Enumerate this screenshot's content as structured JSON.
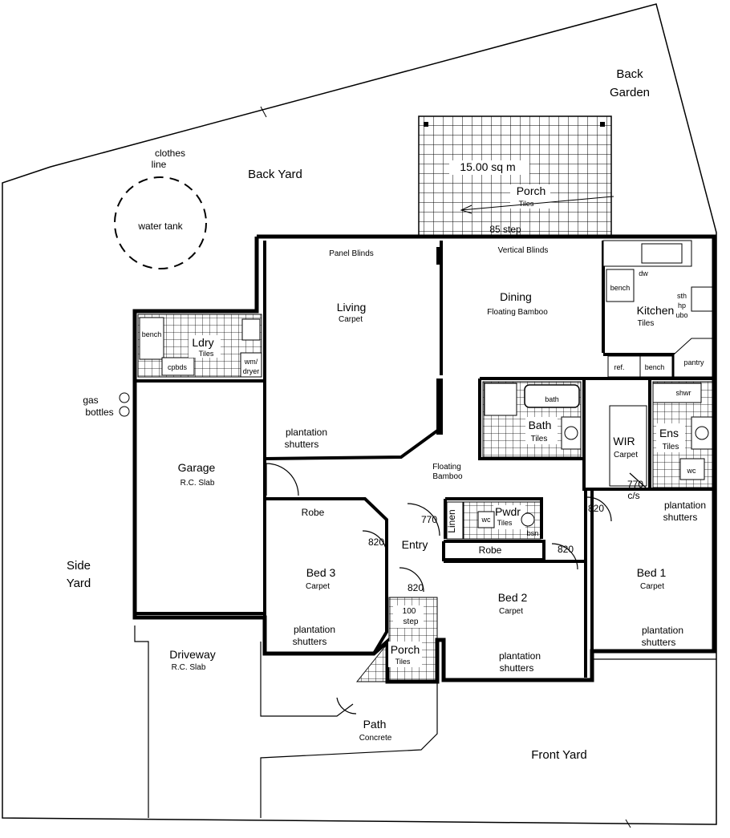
{
  "labels": {
    "back_garden": [
      "Back",
      "Garden"
    ],
    "back_yard": "Back Yard",
    "clothes_line": [
      "clothes",
      "line"
    ],
    "water_tank": "water tank",
    "porch_area": "15.00 sq m",
    "porch_back": "Porch",
    "porch_back_finish": "Tiles",
    "step_back": "85 step",
    "panel_blinds": "Panel Blinds",
    "vertical_blinds": "Vertical Blinds",
    "living": "Living",
    "living_finish": "Carpet",
    "dining": "Dining",
    "dining_finish": "Floating Bamboo",
    "kitchen": "Kitchen",
    "kitchen_finish": "Tiles",
    "dw": "dw",
    "bench_k": "bench",
    "sthp": [
      "sth",
      "hp",
      "ubo"
    ],
    "ref": "ref.",
    "bench_k2": "bench",
    "pantry": "pantry",
    "ldry": "Ldry",
    "ldry_finish": "Tiles",
    "bench_l": "bench",
    "cpbds": "cpbds",
    "wm_dryer": [
      "wm/",
      "dryer"
    ],
    "gas_bottles": [
      "gas",
      "bottles"
    ],
    "garage": "Garage",
    "garage_finish": "R.C. Slab",
    "plantation_living": [
      "plantation",
      "shutters"
    ],
    "bath": "Bath",
    "bath_finish": "Tiles",
    "bath_fixture": "bath",
    "wir": "WIR",
    "wir_finish": "Carpet",
    "ens": "Ens",
    "ens_finish": "Tiles",
    "shwr": "shwr",
    "wc_ens": "wc",
    "hall_finish": [
      "Floating",
      "Bamboo"
    ],
    "dim_770_cs": [
      "770",
      "c/s"
    ],
    "robe_bed3": "Robe",
    "dim_770": "770",
    "linen": "Linen",
    "pwdr": "Pwdr",
    "pwdr_finish": "Tiles",
    "wc_pwdr": "wc",
    "bsn": "bsn",
    "dim_820_a": "820",
    "dim_820_b": "820",
    "dim_820_c": "820",
    "dim_820_d": "820",
    "entry": "Entry",
    "robe_bed2": "Robe",
    "bed3": "Bed 3",
    "bed3_finish": "Carpet",
    "plantation_bed3": [
      "plantation",
      "shutters"
    ],
    "bed2": "Bed 2",
    "bed2_finish": "Carpet",
    "plantation_bed2": [
      "plantation",
      "shutters"
    ],
    "bed1": "Bed 1",
    "bed1_finish": "Carpet",
    "plantation_bed1": [
      "plantation",
      "shutters"
    ],
    "plantation_ens": [
      "plantation",
      "shutters"
    ],
    "step_front": [
      "100",
      "step"
    ],
    "porch_front": "Porch",
    "porch_front_finish": "Tiles",
    "side_yard": [
      "Side",
      "Yard"
    ],
    "driveway": "Driveway",
    "driveway_finish": "R.C. Slab",
    "path": "Path",
    "path_finish": "Concrete",
    "front_yard": "Front Yard"
  }
}
